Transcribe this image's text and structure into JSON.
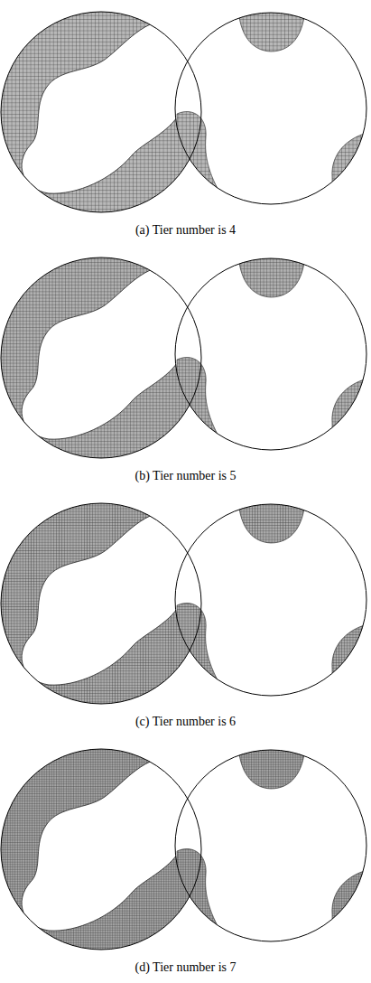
{
  "diagram": {
    "labels": [
      "(a) Tier number is 4",
      "(b) Tier number is 5",
      "(c)  Tier number is 6",
      "(d)  Tier number is 7"
    ]
  }
}
